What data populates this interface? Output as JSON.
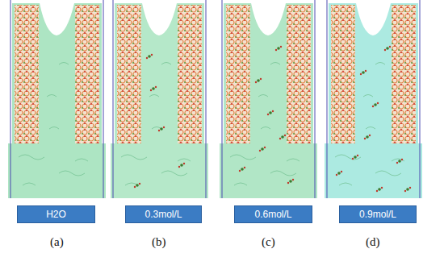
{
  "diagram": {
    "nodes": [
      {
        "text": [
          "H2O"
        ]
      },
      {
        "text": [
          "0.3mol/L"
        ]
      },
      {
        "text": [
          "0.6mol/L"
        ]
      },
      {
        "text": [
          "0.9mol/L"
        ]
      }
    ],
    "labels": [
      "(a)",
      "(b)",
      "(c)",
      "(d)"
    ]
  }
}
